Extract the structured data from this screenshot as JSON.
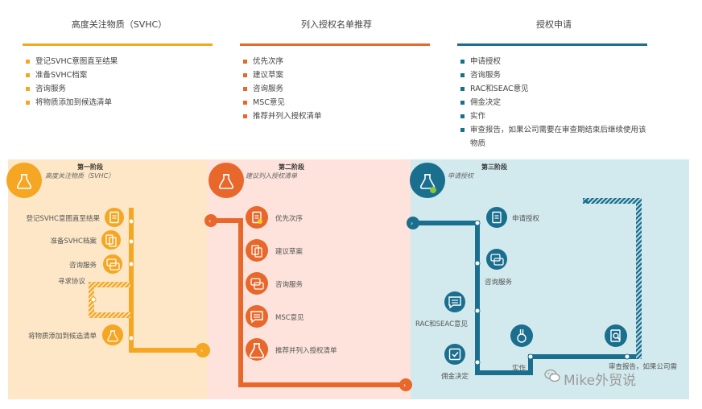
{
  "columns": [
    {
      "title": "高度关注物质（SVHC）",
      "color": "#f5a623",
      "items": [
        "登记SVHC意图直至结果",
        "准备SVHC档案",
        "咨询服务",
        "将物质添加到候选清单"
      ]
    },
    {
      "title": "列入授权名单推荐",
      "color": "#e8672a",
      "items": [
        "优先次序",
        "建议草案",
        "咨询服务",
        "MSC意见",
        "推荐并列入授权清单"
      ]
    },
    {
      "title": "授权申请",
      "color": "#1a6e8e",
      "items": [
        "申请授权",
        "咨询服务",
        "RAC和SEAC意见",
        "佣金决定",
        "实作",
        "审查报告，如果公司需要在审查期结束后继续使用该",
        "物质"
      ]
    }
  ],
  "stages": [
    {
      "title": "第一阶段",
      "subtitle": "高度关注物质（SVHC）",
      "icon": "flask-icon",
      "color": "#f5a623",
      "bg": "#fde7c7"
    },
    {
      "title": "第二阶段",
      "subtitle": "建议列入授权清单",
      "icon": "flask-icon",
      "color": "#e8672a",
      "bg": "#fde3dc"
    },
    {
      "title": "第三阶段",
      "subtitle": "申请授权",
      "icon": "flask-icon",
      "color": "#1a6e8e",
      "bg": "#d2eaee"
    }
  ],
  "stage1_steps": [
    {
      "label": "登记SVHC意图直至结果",
      "icon": "document-edit-icon"
    },
    {
      "label": "准备SVHC档案",
      "icon": "documents-icon"
    },
    {
      "label": "咨询服务",
      "icon": "chat-icon"
    },
    {
      "label": "寻求协议",
      "icon": ""
    },
    {
      "label": "将物质添加到候选清单",
      "icon": "flask-add-icon"
    }
  ],
  "stage2_steps": [
    {
      "label": "优先次序",
      "icon": "document-star-icon"
    },
    {
      "label": "建议草案",
      "icon": "documents-icon"
    },
    {
      "label": "咨询服务",
      "icon": "chat-icon"
    },
    {
      "label": "MSC意见",
      "icon": "comment-icon"
    },
    {
      "label": "推荐并列入授权清单",
      "icon": "flask-add-icon"
    }
  ],
  "stage3_steps": [
    {
      "label": "申请授权",
      "icon": "document-edit-icon"
    },
    {
      "label": "咨询服务",
      "icon": "chat-icon"
    },
    {
      "label": "RAC和SEAC意见",
      "icon": "comment-icon"
    },
    {
      "label": "佣金决定",
      "icon": "checkbox-icon"
    },
    {
      "label": "实作",
      "icon": "lab-flask-icon"
    },
    {
      "label": "审查报告，如果公司需",
      "icon": "search-document-icon"
    }
  ],
  "watermark": "Mike外贸说"
}
